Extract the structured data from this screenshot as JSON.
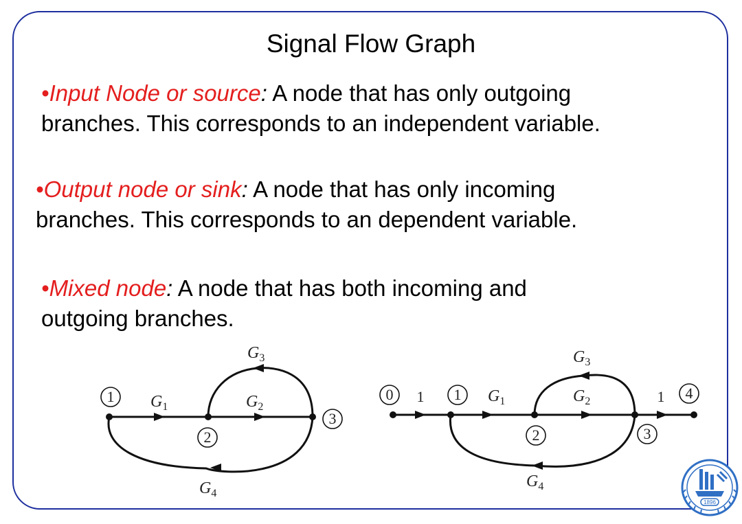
{
  "title": "Signal Flow Graph",
  "definitions": [
    {
      "bullet": "•",
      "term": "Input Node or source",
      "colon": ":",
      "line1_rest": " A node that has only outgoing",
      "line2": "branches. This corresponds to an independent variable."
    },
    {
      "bullet": "•",
      "term": "Output node or sink",
      "colon": ":",
      "line1_rest": " A node that has only incoming",
      "line2": "branches. This corresponds to an dependent variable."
    },
    {
      "bullet": "•",
      "term": "Mixed node",
      "colon": ":",
      "line1_rest": " A node that has both incoming and",
      "line2": "outgoing branches."
    }
  ],
  "graph_left": {
    "nodes": [
      "1",
      "2",
      "3"
    ],
    "gains": {
      "g1": {
        "base": "G",
        "sub": "1"
      },
      "g2": {
        "base": "G",
        "sub": "2"
      },
      "g3": {
        "base": "G",
        "sub": "3"
      },
      "g4": {
        "base": "G",
        "sub": "4"
      }
    }
  },
  "graph_right": {
    "nodes": [
      "0",
      "1",
      "2",
      "3",
      "4"
    ],
    "unit_gain_in": "1",
    "unit_gain_out": "1",
    "gains": {
      "g1": {
        "base": "G",
        "sub": "1"
      },
      "g2": {
        "base": "G",
        "sub": "2"
      },
      "g3": {
        "base": "G",
        "sub": "3"
      },
      "g4": {
        "base": "G",
        "sub": "4"
      }
    }
  },
  "logo": {
    "year": "1896"
  },
  "colors": {
    "frame": "#1d2f9e",
    "term": "#e41e1e",
    "logo": "#2f6fc4"
  }
}
